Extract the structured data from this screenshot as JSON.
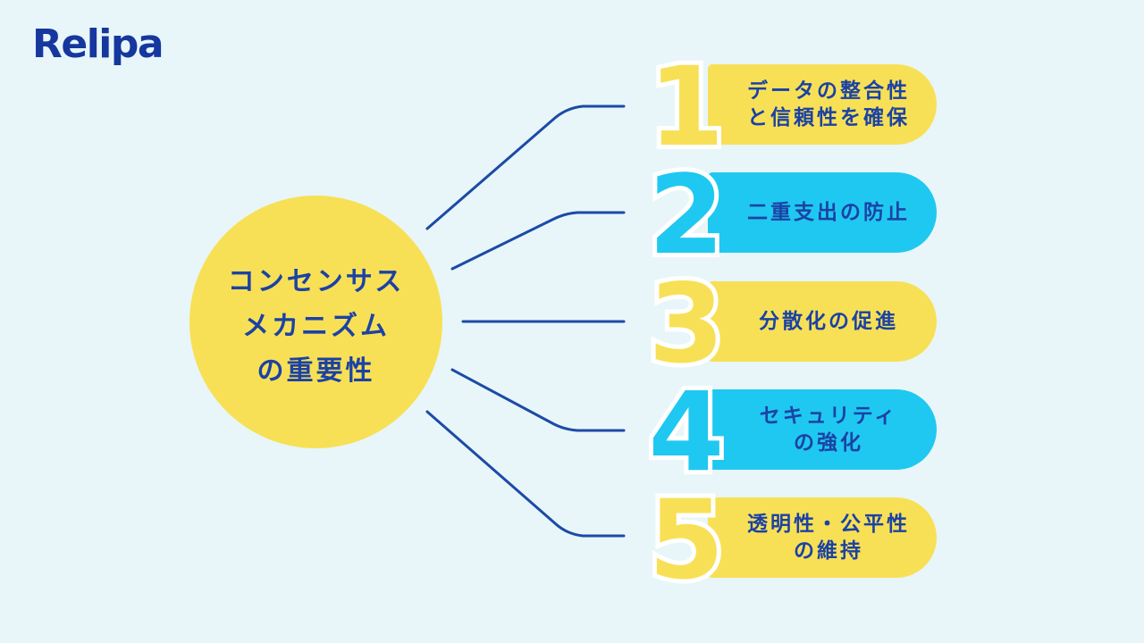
{
  "logo": {
    "text": "Relipa"
  },
  "colors": {
    "background": "#E8F6F9",
    "yellow": "#F8E056",
    "cyan": "#1FC8F0",
    "text_blue": "#1B42A4",
    "line_blue": "#1C4AA6",
    "logo_blue": "#16379E"
  },
  "center": {
    "lines": [
      "コンセンサス",
      "メカニズム",
      "の重要性"
    ]
  },
  "items": [
    {
      "number": "1",
      "color": "yellow",
      "text_lines": [
        "データの整合性",
        "と信頼性を確保"
      ]
    },
    {
      "number": "2",
      "color": "cyan",
      "text_lines": [
        "二重支出の防止"
      ]
    },
    {
      "number": "3",
      "color": "yellow",
      "text_lines": [
        "分散化の促進"
      ]
    },
    {
      "number": "4",
      "color": "cyan",
      "text_lines": [
        "セキュリティ",
        "の強化"
      ]
    },
    {
      "number": "5",
      "color": "yellow",
      "text_lines": [
        "透明性・公平性",
        "の維持"
      ]
    }
  ]
}
